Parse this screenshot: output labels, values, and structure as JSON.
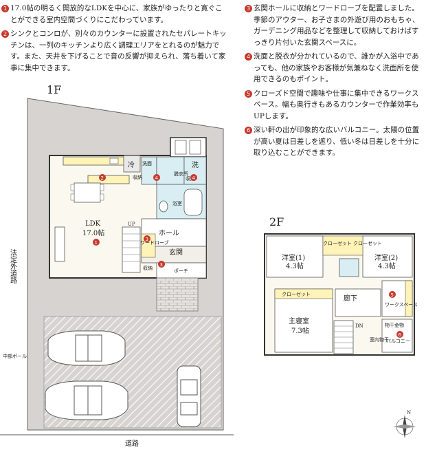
{
  "notes_left": [
    {
      "num": "1",
      "text": "17.0帖の明るく開放的なLDKを中心に、家族がゆったりと寛ぐことができる室内空間づくりにこだわっています。"
    },
    {
      "num": "2",
      "text": "シンクとコンロが、別々のカウンターに設置されたセパレートキッチンは、一列のキッチンより広く調理エリアをとれるのが魅力です。また、天井を下げることで音の反響が抑えられ、落ち着いて家事に集中できます。"
    }
  ],
  "notes_right": [
    {
      "num": "3",
      "text": "玄関ホールに収納とワードローブを配置しました。季節のアウター、お子さまの外遊び用のおもちゃ、ガーデニング用品などを整理して収納しておけばすっきり片付いた玄関スペースに。"
    },
    {
      "num": "4",
      "text": "洗面と脱衣が分かれているので、誰かが入浴中であっても、他の家族やお客様が気兼ねなく洗面所を使用できるのもポイント。"
    },
    {
      "num": "5",
      "text": "クローズド空間で趣味や仕事に集中できるワークスペース。幅も奥行きもあるカウンターで作業効率もUPします。"
    },
    {
      "num": "6",
      "text": "深い軒の出が印象的な広いバルコニー。太陽の位置が高い夏は日差しを遮り、低い冬は日差しを十分に取り込むことができます。"
    }
  ],
  "floor1": {
    "heading": "1F",
    "ldk": "LDK",
    "ldk_size": "17.0帖",
    "reizo": "冷",
    "senmen": "洗面",
    "sen": "洗",
    "datsui": "脱衣所",
    "yokushitsu": "浴室",
    "hall": "ホール",
    "genkan": "玄関",
    "porch": "ポーチ",
    "shunou1": "収納",
    "shunou2": "収納",
    "shunou3": "収納",
    "ward": "ワードローブ",
    "up": "UP",
    "b1": "1",
    "b2": "2",
    "b3a": "3",
    "b3b": "3",
    "b4a": "4",
    "b4b": "4"
  },
  "site": {
    "road_side": "法定外道路",
    "road_bottom": "道路",
    "pole": "中部ポール"
  },
  "floor2": {
    "heading": "2F",
    "youshitsu1": "洋室(1)",
    "youshitsu1_size": "4.3帖",
    "youshitsu2": "洋室(2)",
    "youshitsu2_size": "4.3帖",
    "closet1": "クローゼット",
    "closet2": "クローゼット",
    "closet3": "クローゼット",
    "rouka": "廊下",
    "shushinshitsu": "主寝室",
    "shushinshitsu_size": "7.3帖",
    "work": "ワークスペース",
    "monohoshi": "物干金物",
    "balcony": "バルコニー",
    "shitsugai": "室内物干",
    "dn": "DN",
    "b5": "5",
    "b6": "6"
  },
  "compass": {
    "north": "N"
  },
  "colors": {
    "badge": "#c8392e",
    "site": "#d6d3d0",
    "floor": "#fbf8ef",
    "wetarea": "#d8eef2",
    "kitchen": "#fff3b8"
  }
}
